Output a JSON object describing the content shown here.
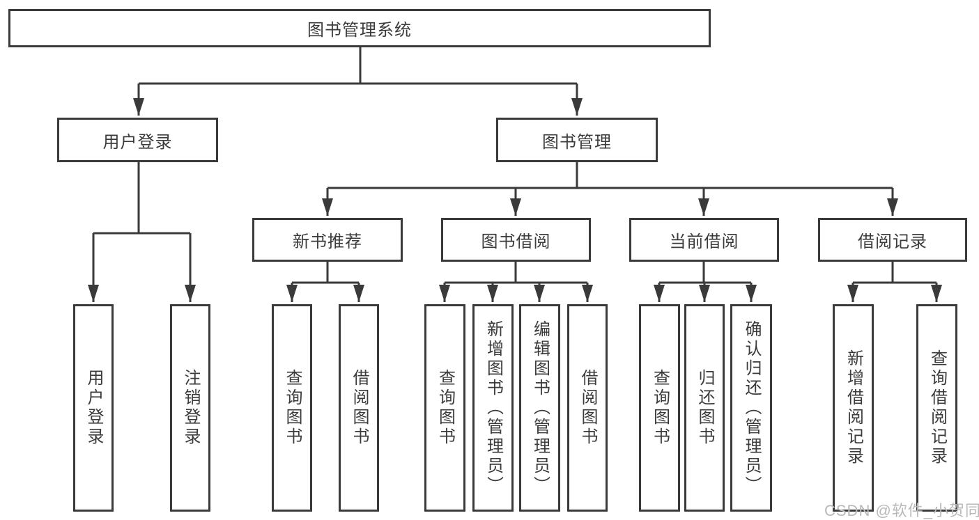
{
  "colors": {
    "line": "#3a3a3a",
    "border": "#3a3a3a",
    "text": "#3b3b3b",
    "background": "#ffffff",
    "watermark_text": "#b9b9b9"
  },
  "tree": {
    "root": {
      "label": "图书管理系统",
      "children": [
        {
          "label": "用户登录",
          "children": [
            "用户登录",
            "注销登录"
          ]
        },
        {
          "label": "图书管理",
          "children": [
            {
              "label": "新书推荐",
              "children": [
                "查询图书",
                "借阅图书"
              ]
            },
            {
              "label": "图书借阅",
              "children": [
                "查询图书",
                "新增图书（管理员）",
                "编辑图书（管理员）",
                "借阅图书"
              ]
            },
            {
              "label": "当前借阅",
              "children": [
                "查询图书",
                "归还图书",
                "确认归还（管理员）"
              ]
            },
            {
              "label": "借阅记录",
              "children": [
                "新增借阅记录",
                "查询借阅记录"
              ]
            }
          ]
        }
      ]
    }
  },
  "watermark": "CSDN @软件_小贺同学"
}
